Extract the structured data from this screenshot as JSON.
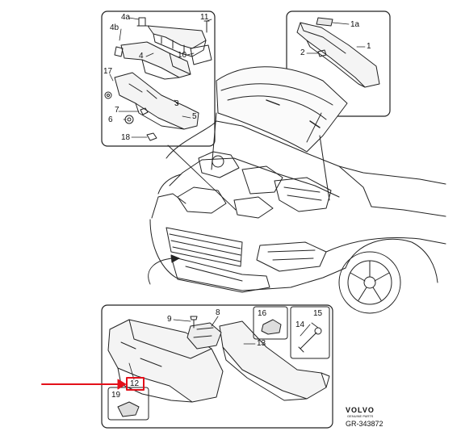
{
  "callouts": {
    "c4a": "4a",
    "c11": "11",
    "c4b": "4b",
    "c4": "4",
    "c10": "10",
    "c17": "17",
    "c3": "3",
    "c7": "7",
    "c6": "6",
    "c5": "5",
    "c18": "18",
    "c1a": "1a",
    "c2": "2",
    "c1": "1",
    "c9": "9",
    "c8": "8",
    "c16": "16",
    "c15": "15",
    "c13": "13",
    "c14": "14",
    "c12": "12",
    "c19": "19"
  },
  "brand": {
    "name": "VOLVO",
    "tagline": "GENUINE PARTS",
    "ref": "GR-343872"
  },
  "colors": {
    "line": "#222222",
    "highlight": "#e3101a",
    "fill": "#f2f2f2"
  }
}
